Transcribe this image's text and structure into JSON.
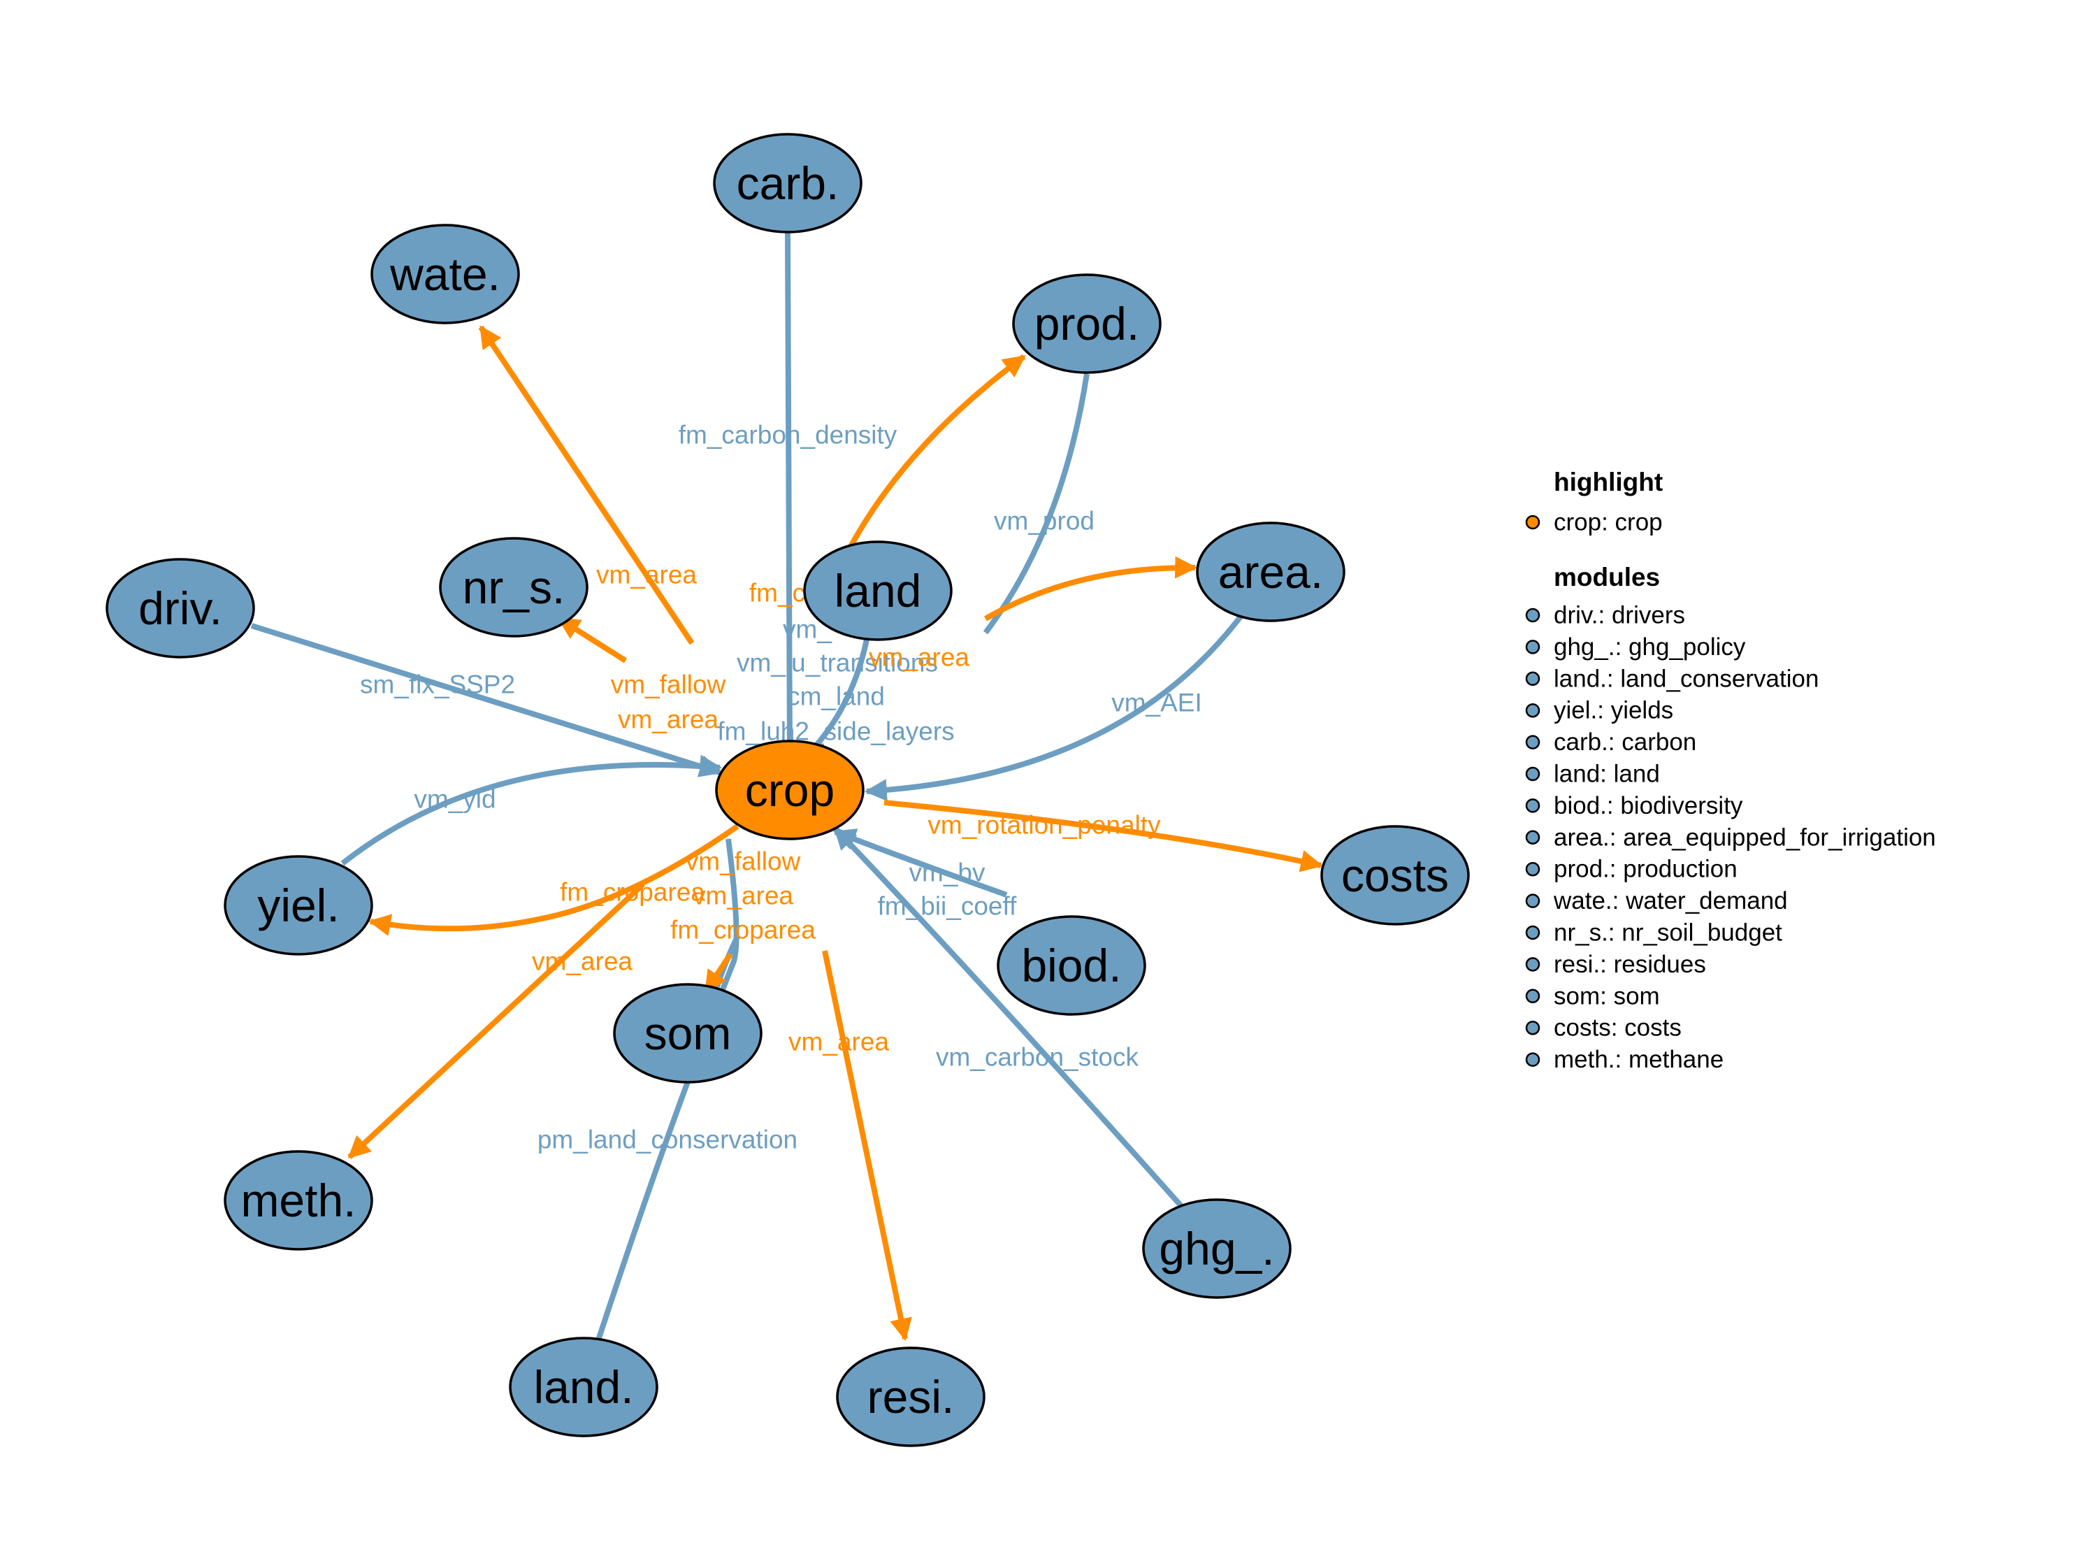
{
  "colors": {
    "module": "#6C9EC1",
    "highlight": "#FF8C00",
    "edge_module": "#6C9EC1",
    "edge_highlight": "#FF8C00"
  },
  "nodes": {
    "crop": "crop",
    "carb": "carb.",
    "wate": "wate.",
    "prod": "prod.",
    "nr_s": "nr_s.",
    "land": "land",
    "area": "area.",
    "driv": "driv.",
    "costs": "costs",
    "yiel": "yiel.",
    "biod": "biod.",
    "som": "som",
    "meth": "meth.",
    "ghg": "ghg_.",
    "land_c": "land.",
    "resi": "resi."
  },
  "edge_labels": {
    "fm_carbon_density": "fm_carbon_density",
    "fm_c": "fm_c",
    "vm_area_wate": "vm_area",
    "vm_fallow_nr": "vm_fallow",
    "vm_area_nr": "vm_area",
    "sm_fix_ssp2": "sm_fix_SSP2",
    "vm_prod": "vm_prod",
    "vm_land": "vm_",
    "vm_lu_transitions": "vm_lu_transitions",
    "cm_land": "cm_land",
    "fm_luh2_side_layers": "fm_luh2_side_layers",
    "vm_area_area": "vm_area",
    "vm_aei": "vm_AEI",
    "vm_yld": "vm_yld",
    "vm_rotation_penalty": "vm_rotation_penalty",
    "vm_bv": "vm_bv",
    "fm_bii_coeff": "fm_bii_coeff",
    "vm_fallow_som": "vm_fallow",
    "vm_area_som": "vm_area",
    "fm_croparea_som": "fm_croparea",
    "fm_croparea_yiel": "fm_croparea",
    "vm_area_meth": "vm_area",
    "vm_area_resi": "vm_area",
    "vm_carbon_stock": "vm_carbon_stock",
    "pm_land_conservation": "pm_land_conservation"
  },
  "legend": {
    "highlight_title": "highlight",
    "highlight_items": [
      "crop: crop"
    ],
    "modules_title": "modules",
    "module_items": [
      "driv.: drivers",
      "ghg_.: ghg_policy",
      "land.: land_conservation",
      "yiel.: yields",
      "carb.: carbon",
      "land: land",
      "biod.: biodiversity",
      "area.: area_equipped_for_irrigation",
      "prod.: production",
      "wate.: water_demand",
      "nr_s.: nr_soil_budget",
      "resi.: residues",
      "som: som",
      "costs: costs",
      "meth.: methane"
    ]
  }
}
